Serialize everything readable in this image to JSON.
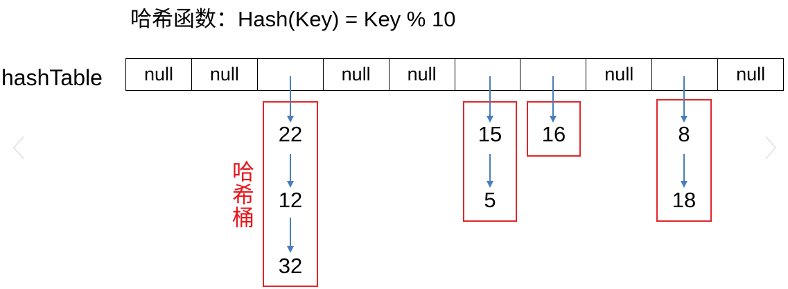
{
  "title": "哈希函数：Hash(Key) = Key % 10",
  "row_label": "hashTable",
  "slots": [
    "null",
    "null",
    "",
    "null",
    "null",
    "",
    "",
    "null",
    "",
    "null"
  ],
  "buckets": {
    "slot2": [
      "22",
      "12",
      "32"
    ],
    "slot5": [
      "15",
      "5"
    ],
    "slot6": [
      "16"
    ],
    "slot8": [
      "8",
      "18"
    ]
  },
  "bucket_label": "哈希桶",
  "colors": {
    "bucket_border": "#e0262b",
    "bucket_label": "#e8171c",
    "arrow": "#4a7ebb",
    "border": "#000000"
  },
  "icons": {
    "left": "chevron-left-icon",
    "right": "chevron-right-icon"
  }
}
